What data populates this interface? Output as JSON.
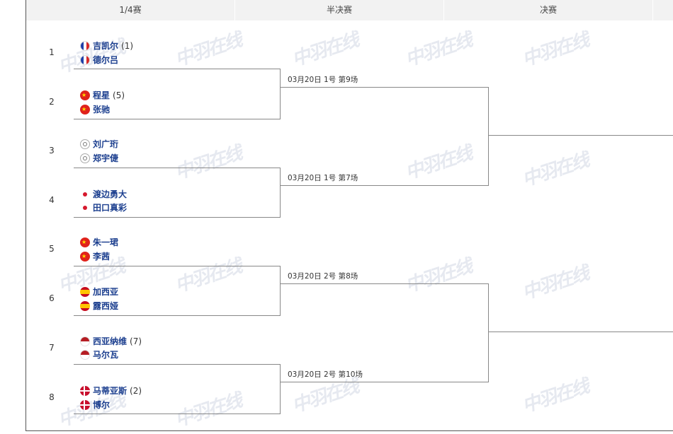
{
  "header": {
    "round1": "1/4赛",
    "round2": "半决赛",
    "round3": "决赛"
  },
  "colors": {
    "name": "#1c3f8f",
    "line": "#888888",
    "header_bg": "#f2f2f2"
  },
  "watermark": "中羽在线",
  "matches": [
    {
      "seed": "1",
      "p1": {
        "name": "吉凯尔",
        "seed": "(1)",
        "flag": "france-flag"
      },
      "p2": {
        "name": "德尔吕",
        "seed": "",
        "flag": "france-flag"
      }
    },
    {
      "seed": "2",
      "p1": {
        "name": "程星",
        "seed": "(5)",
        "flag": "china-flag"
      },
      "p2": {
        "name": "张驰",
        "seed": "",
        "flag": "china-flag"
      }
    },
    {
      "seed": "3",
      "p1": {
        "name": "刘广珩",
        "seed": "",
        "flag": "chinese-taipei-flag"
      },
      "p2": {
        "name": "郑宇倢",
        "seed": "",
        "flag": "chinese-taipei-flag"
      }
    },
    {
      "seed": "4",
      "p1": {
        "name": "渡边勇大",
        "seed": "",
        "flag": "japan-flag"
      },
      "p2": {
        "name": "田口真彩",
        "seed": "",
        "flag": "japan-flag"
      }
    },
    {
      "seed": "5",
      "p1": {
        "name": "朱一珺",
        "seed": "",
        "flag": "china-flag"
      },
      "p2": {
        "name": "李茜",
        "seed": "",
        "flag": "china-flag"
      }
    },
    {
      "seed": "6",
      "p1": {
        "name": "加西亚",
        "seed": "",
        "flag": "spain-flag"
      },
      "p2": {
        "name": "露西娅",
        "seed": "",
        "flag": "spain-flag"
      }
    },
    {
      "seed": "7",
      "p1": {
        "name": "西亚纳维",
        "seed": "(7)",
        "flag": "indonesia-flag"
      },
      "p2": {
        "name": "马尔瓦",
        "seed": "",
        "flag": "indonesia-flag"
      }
    },
    {
      "seed": "8",
      "p1": {
        "name": "马蒂亚斯",
        "seed": "(2)",
        "flag": "denmark-flag"
      },
      "p2": {
        "name": "博尔",
        "seed": "",
        "flag": "denmark-flag"
      }
    }
  ],
  "semis": [
    {
      "info": "03月20日 1号 第9场"
    },
    {
      "info": "03月20日 1号 第7场"
    },
    {
      "info": "03月20日 2号 第8场"
    },
    {
      "info": "03月20日 2号 第10场"
    }
  ]
}
